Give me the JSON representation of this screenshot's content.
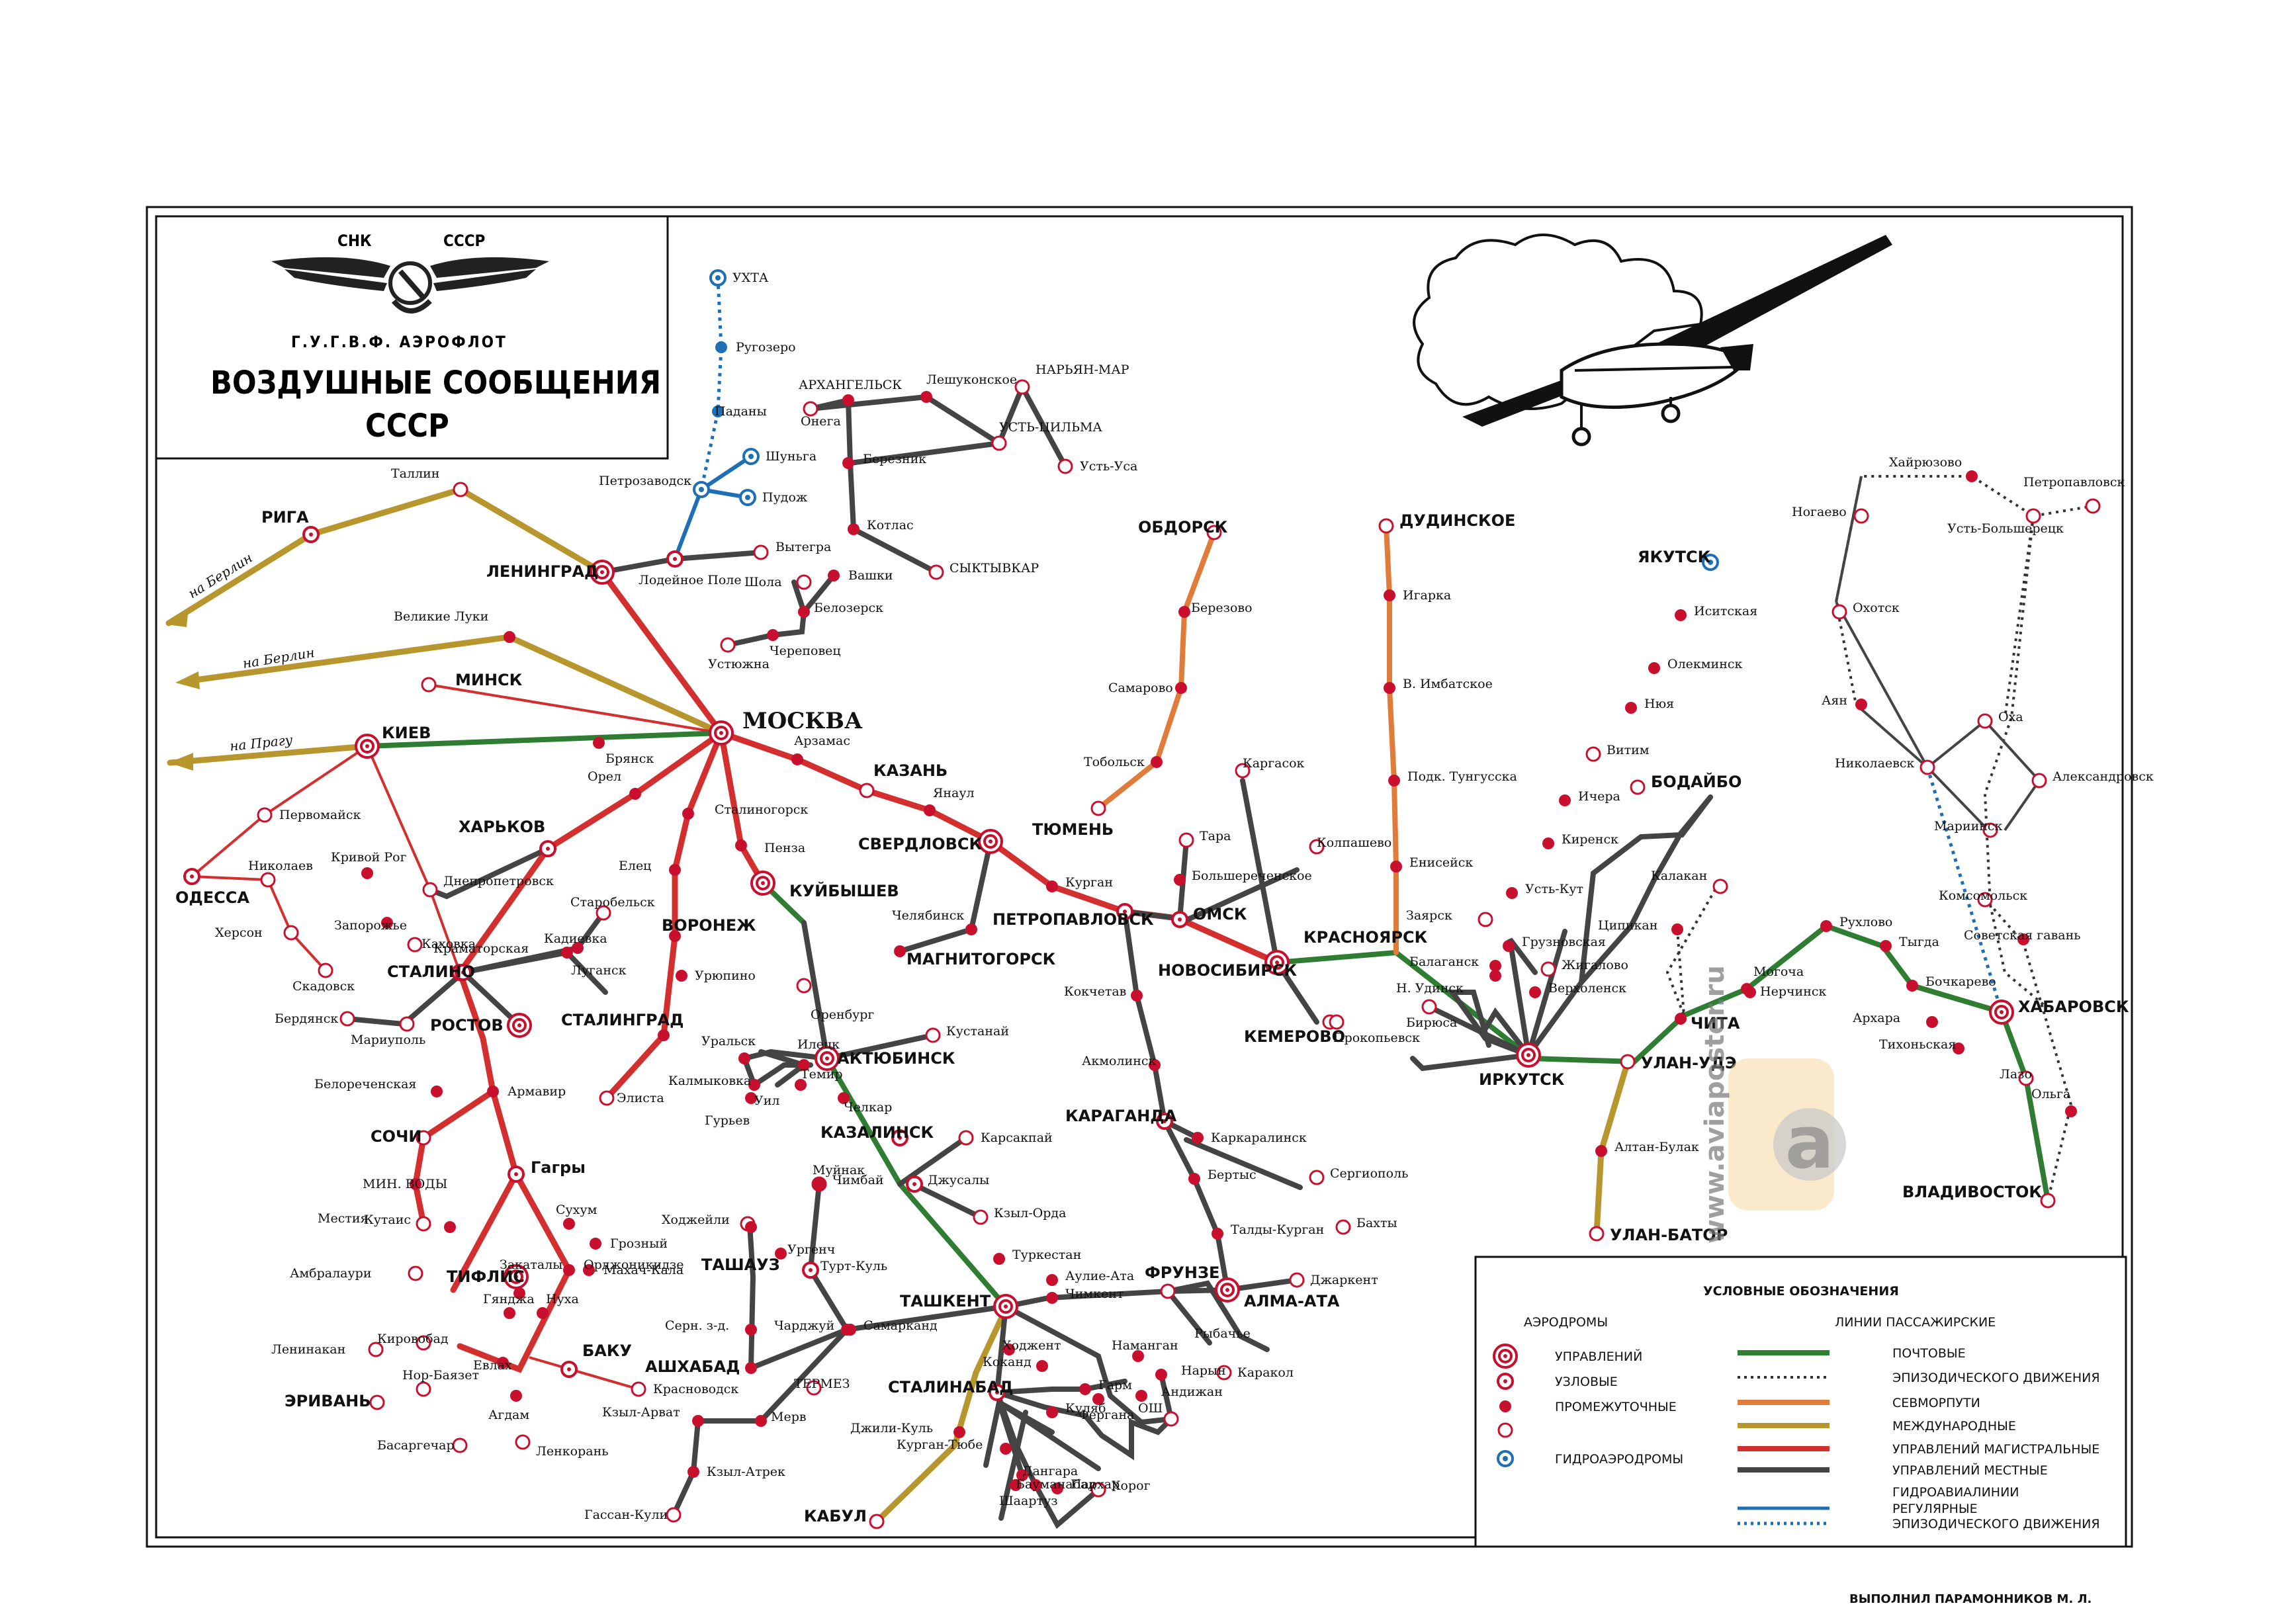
{
  "header": {
    "top_left": "СНК",
    "top_right": "СССР",
    "org": "Г.У.Г.В.Ф. АЭРОФЛОТ",
    "title_line1": "ВОЗДУШНЫЕ СООБЩЕНИЯ",
    "title_line2": "СССР"
  },
  "directions": [
    "на Берлин",
    "на Берлин",
    "на Прагу"
  ],
  "legend": {
    "title": "УСЛОВНЫЕ ОБОЗНАЧЕНИЯ",
    "aerodromes_title": "АЭРОДРОМЫ",
    "lines_title": "ЛИНИИ ПАССАЖИРСКИЕ",
    "aerodromes": [
      "УПРАВЛЕНИЙ",
      "УЗЛОВЫЕ",
      "ПРОМЕЖУТОЧНЫЕ",
      "ГИДРОАЭРОДРОМЫ"
    ],
    "lines": [
      {
        "label": "ПОЧТОВЫЕ",
        "color": "#2e7d32"
      },
      {
        "label": "ЭПИЗОДИЧЕСКОГО ДВИЖЕНИЯ",
        "color": "#333333"
      },
      {
        "label": "СЕВМОРПУТИ",
        "color": "#e07b39"
      },
      {
        "label": "МЕЖДУНАРОДНЫЕ",
        "color": "#b8962e"
      },
      {
        "label": "УПРАВЛЕНИЙ МАГИСТРАЛЬНЫЕ",
        "color": "#d32f2f"
      },
      {
        "label": "УПРАВЛЕНИЙ МЕСТНЫЕ",
        "color": "#444444"
      },
      {
        "label": "ГИДРОАВИАЛИНИИ",
        "color": ""
      },
      {
        "label": "РЕГУЛЯРНЫЕ",
        "color": "#1e6fb5"
      },
      {
        "label": "ЭПИЗОДИЧЕСКОГО ДВИЖЕНИЯ",
        "color": "#1e6fb5"
      }
    ]
  },
  "watermark": "www.aviaposter.ru",
  "credit": "ВЫПОЛНИЛ ПАРАМОННИКОВ М. Л.",
  "cities": [
    "УХТА",
    "Ругозеро",
    "Паданы",
    "Шуньга",
    "Петрозаводск",
    "Пудож",
    "Лодейное Поле",
    "Вытегра",
    "ЛЕНИНГРАД",
    "Таллин",
    "РИГА",
    "Великие Луки",
    "МИНСК",
    "МОСКВА",
    "КИЕВ",
    "Брянск",
    "Арзамас",
    "КАЗАНЬ",
    "Янаул",
    "СВЕРДЛОВСК",
    "Орел",
    "Сталиногорск",
    "ХАРЬКОВ",
    "Пенза",
    "КУЙБЫШЕВ",
    "Первомайск",
    "ОДЕССА",
    "Николаев",
    "Кривой Рог",
    "Днепропетровск",
    "Херсон",
    "Запорожье",
    "Каховка",
    "Скадовск",
    "Старобельск",
    "Кадиевка",
    "Краматорская",
    "СТАЛИНО",
    "Луганск",
    "Бердянск",
    "Мариуполь",
    "РОСТОВ",
    "Елец",
    "ВОРОНЕЖ",
    "Урюпино",
    "СТАЛИНГРАД",
    "Элиста",
    "Белореченская",
    "Армавир",
    "СОЧИ",
    "Гагры",
    "МИН. ВОДЫ",
    "Сухум",
    "Местия",
    "Орджоникидзе",
    "Грозный",
    "Кутаис",
    "Амбралаури",
    "ТИФЛИС",
    "Закаталы",
    "Махач-Кала",
    "Гянджа",
    "Нуха",
    "Ленинакан",
    "Кировобад",
    "Евлах",
    "БАКУ",
    "Красноводск",
    "Нор-Баязет",
    "ЭРИВАНЬ",
    "Агдам",
    "Басаргечар",
    "Ленкорань",
    "АРХАНГЕЛЬСК",
    "Онега",
    "Лешуконское",
    "НАРЬЯН-МАР",
    "Березник",
    "УСТЬ-ЦИЛЬМА",
    "Усть-Уса",
    "Котлас",
    "СЫКТЫВКАР",
    "Шола",
    "Вашки",
    "Белозерск",
    "Череповец",
    "Устюжна",
    "ОБДОРСК",
    "Березово",
    "Самарово",
    "Тобольск",
    "ТЮМЕНЬ",
    "ДУДИНСКОЕ",
    "Игарка",
    "В. Имбатское",
    "Подк. Тунгусска",
    "Енисейск",
    "Каргасок",
    "Колпашево",
    "Тара",
    "Большереченское",
    "Курган",
    "ОМСК",
    "ПЕТРОПАВЛОВСК",
    "Челябинск",
    "МАГНИТОГОРСК",
    "Кокчетав",
    "НОВОСИБИРСК",
    "КРАСНОЯРСК",
    "КЕМЕРОВО",
    "Прокопьевск",
    "Акмолинск",
    "КАРАГАНДА",
    "Каркаралинск",
    "Бертыс",
    "Талды-Курган",
    "Сергиополь",
    "Бахты",
    "ФРУНЗЕ",
    "АЛМА-АТА",
    "Джаркент",
    "Рыбачье",
    "Каракол",
    "Оренбург",
    "Кустанай",
    "Уральск",
    "Илецк",
    "АКТЮБИНСК",
    "Калмыковка",
    "Уил",
    "Темир",
    "Гурьев",
    "Челкар",
    "КАЗАЛИНСК",
    "Карсакпай",
    "Муйнак",
    "Джусалы",
    "Ходжейли",
    "Чимбай",
    "ТАШАУЗ",
    "Кзыл-Орда",
    "Ургенч",
    "Турт-Куль",
    "Туркестан",
    "Аулие-Ата",
    "Чимкент",
    "ТАШКЕНТ",
    "Самарканд",
    "Серн. з-д.",
    "Чарджуй",
    "Мерв",
    "ТЕРМЕЗ",
    "АШХАБАД",
    "Кзыл-Арват",
    "Кзыл-Атрек",
    "Гассан-Кули",
    "Ходжент",
    "Наманган",
    "Коканд",
    "Нарын",
    "Гарм",
    "Андижан",
    "Фергана",
    "ОШ",
    "СТАЛИНАБАД",
    "Джили-Куль",
    "Куляб",
    "Курган-Тюбе",
    "Дангара",
    "Шаартуз",
    "Бауманабад",
    "Пархар",
    "Хорог",
    "КАБУЛ",
    "ЯКУТСК",
    "Иситская",
    "Олекминск",
    "Нюя",
    "Витим",
    "БОДАЙБО",
    "Ичера",
    "Киренск",
    "Усть-Кут",
    "Заярск",
    "Грузновская",
    "Балаганск",
    "Жигалово",
    "Н. Удинск",
    "Верхоленск",
    "Бирюса",
    "ИРКУТСК",
    "УЛАН-УДЭ",
    "Алтан-Булак",
    "УЛАН-БАТОР",
    "Калакан",
    "Ципикан",
    "Могоча",
    "ЧИТА",
    "Нерчинск",
    "Рухлово",
    "Тыгда",
    "Бочкарево",
    "Архара",
    "Тихоньская",
    "ХАБАРОВСК",
    "Лазо",
    "Ольга",
    "ВЛАДИВОСТОК",
    "Хайрюзово",
    "Петропавловск",
    "Ногаево",
    "Усть-Большерецк",
    "Охотск",
    "Аян",
    "Оха",
    "Николаевск",
    "Александровск",
    "Мариинск",
    "Комсомольск",
    "Советская гавань"
  ]
}
